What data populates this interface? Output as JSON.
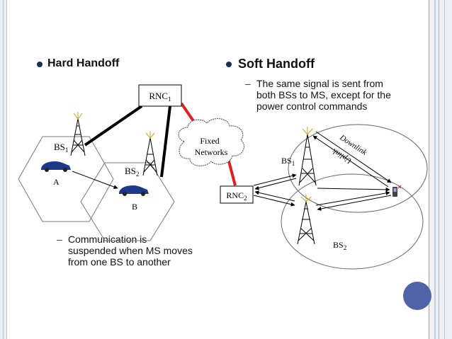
{
  "hard_handoff": {
    "title": "Hard Handoff",
    "rnc1": "RNC",
    "rnc1_sub": "1",
    "bs1": "BS",
    "bs1_sub": "1",
    "bs2": "BS",
    "bs2_sub": "2",
    "cell_a": "A",
    "cell_b": "B",
    "note_lines": [
      "Communication is",
      "suspended when MS moves",
      "from one BS to another"
    ]
  },
  "network": {
    "cloud_line1": "Fixed",
    "cloud_line2": "Networks"
  },
  "soft_handoff": {
    "title": "Soft Handoff",
    "note_lines": [
      "The same signal is sent from",
      "both BSs to MS, except for the",
      "power control commands"
    ],
    "rnc2": "RNC",
    "rnc2_sub": "2",
    "bs1": "BS",
    "bs1_sub": "1",
    "bs2": "BS",
    "bs2_sub": "2",
    "downlink": "Downlink",
    "uplink": "Uplink"
  },
  "colors": {
    "bullet": "#1f2a55",
    "red_link": "#e02020",
    "black_link": "#000000",
    "deco_circle": "#4f63a6"
  }
}
